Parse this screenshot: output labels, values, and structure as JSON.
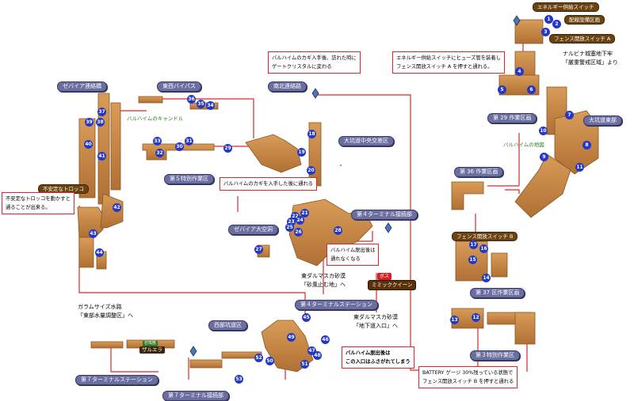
{
  "colors": {
    "route": "#d62a2a",
    "terrain": "#c98a46",
    "terrain_dark": "#8a5522",
    "area_label": "#6b6ea0",
    "switch_label": "#6b4310",
    "marker": "#2438c8",
    "npc_text": "#2e7d23"
  },
  "areas": {
    "zebaia_connect": "ゼバイア連絡橋",
    "east_west_bypass": "東西バイパス",
    "north_south_road": "南北連絡路",
    "big_pit_center": "大坑道中央交差区",
    "fifth_special": "第５特別作業区",
    "zebaia_cavern": "ゼバイア大空洞",
    "fourth_terminal_connect": "第４ターミナル接続部",
    "twenty_ninth": "第 29 作業区画",
    "big_pit_east": "大坑道東部",
    "thirty_sixth": "第 36 作業区画",
    "thirty_seventh": "第 37 区作業区画",
    "third_special": "第３特別作業区",
    "west_mine": "西部坑道区",
    "seventh_terminal_station": "第７ターミナルステーション",
    "seventh_terminal_connect": "第７ターミナル接続部"
  },
  "switches": {
    "energy": "エネルギー供給スイッチ",
    "fence_a": "フェンス開放スイッチ A",
    "fence_b": "フェンス開放スイッチ B",
    "unstable_trolley": "不安定なトロッコ",
    "distribution_room": "配線設備区画"
  },
  "notes": {
    "gate_crystal": [
      "バルハイムのカギ入手後、訪れた時に",
      "ゲートクリスタルに変わる"
    ],
    "after_key": "バルハイムのカギを入手した後に通れる",
    "trolley": [
      "不安定なトロッコを動かすと",
      "通ることが出来る。"
    ],
    "fuse": [
      "エネルギー供給スイッチにヒューズ管を装着し",
      "フェンス開放スイッチ A を押すと通れる。"
    ],
    "escape_block": [
      "バルハイム脱出後は",
      "通れなくなる"
    ],
    "escape_closed": [
      "バルハイム脱出後は",
      "この入口はふさがれてしまう"
    ],
    "battery": [
      "BATTERY ゲージ 30%残っている状態で",
      "フェンス開放スイッチ B を押すと通れる"
    ]
  },
  "texts": {
    "nalpina": [
      "ナルビナ城塞地下牢",
      "「厳重警戒区域」より"
    ],
    "dalmasca_sand": [
      "東ダルマスカ砂漠",
      "「砂風止む地」へ"
    ],
    "dalmasca_under": [
      "東ダルマスカ砂漠",
      "「地下道入口」へ"
    ],
    "fourth_station": "第４ターミナルステーション",
    "garamsythe": [
      "ガラムサイズ水路",
      "「東部水量調整区」へ"
    ]
  },
  "npc": {
    "candle": "バルハイムのキャンドル",
    "map": "バルハイムの地図",
    "zalera": "ザルエラ",
    "zalera_tag": "召喚獣"
  },
  "boss": {
    "tag": "ボス",
    "name": "ミミッククイーン"
  },
  "markers": [
    {
      "n": "1"
    },
    {
      "n": "2"
    },
    {
      "n": "3"
    },
    {
      "n": "4"
    },
    {
      "n": "5"
    },
    {
      "n": "6"
    },
    {
      "n": "7"
    },
    {
      "n": "8"
    },
    {
      "n": "9"
    },
    {
      "n": "10"
    },
    {
      "n": "11"
    },
    {
      "n": "12"
    },
    {
      "n": "13"
    },
    {
      "n": "14"
    },
    {
      "n": "15"
    },
    {
      "n": "16"
    },
    {
      "n": "17"
    },
    {
      "n": "18"
    },
    {
      "n": "19"
    },
    {
      "n": "20"
    },
    {
      "n": "21"
    },
    {
      "n": "22"
    },
    {
      "n": "23"
    },
    {
      "n": "24"
    },
    {
      "n": "25"
    },
    {
      "n": "26"
    },
    {
      "n": "27"
    },
    {
      "n": "28"
    },
    {
      "n": "29"
    },
    {
      "n": "30"
    },
    {
      "n": "31"
    },
    {
      "n": "32"
    },
    {
      "n": "33"
    },
    {
      "n": "34"
    },
    {
      "n": "35"
    },
    {
      "n": "36"
    },
    {
      "n": "37"
    },
    {
      "n": "38"
    },
    {
      "n": "39"
    },
    {
      "n": "40"
    },
    {
      "n": "41"
    },
    {
      "n": "42"
    },
    {
      "n": "43"
    },
    {
      "n": "44"
    },
    {
      "n": "45"
    },
    {
      "n": "46"
    },
    {
      "n": "47"
    },
    {
      "n": "48"
    },
    {
      "n": "49"
    },
    {
      "n": "50"
    },
    {
      "n": "51"
    },
    {
      "n": "52"
    },
    {
      "n": "53"
    }
  ]
}
